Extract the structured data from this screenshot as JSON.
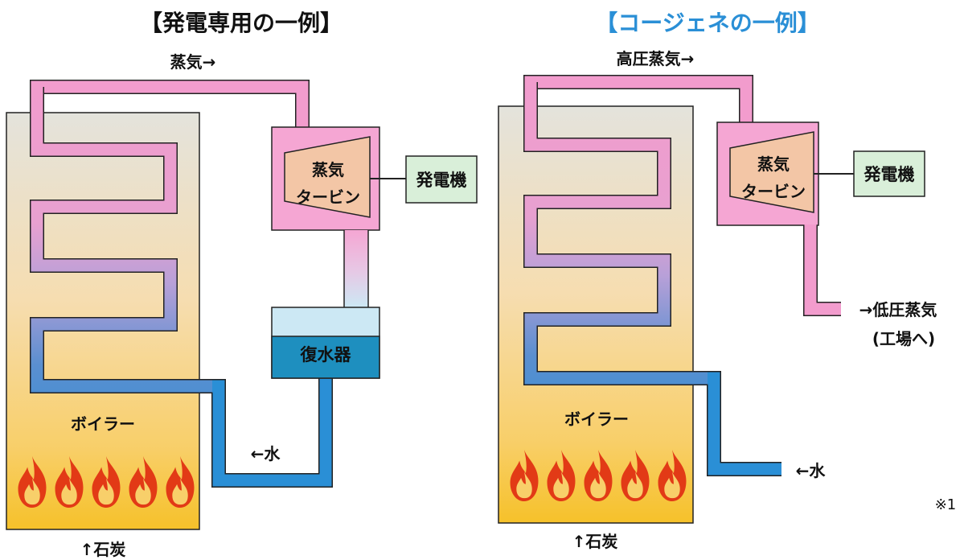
{
  "colors": {
    "title_left": "#111111",
    "title_right": "#2a8fd6",
    "steam_pipe": "#f29ccd",
    "water_pipe": "#2a8fd6",
    "turbine_box": "#f5a6d3",
    "turbine_inner": "#f3c6a6",
    "generator_box": "#d9efd9",
    "condenser_water": "#1e8fbf",
    "condenser_top": "#cce8f4",
    "flame": "#e23a16"
  },
  "left": {
    "title": "【発電専用の一例】",
    "steam_label": "蒸気→",
    "turbine_label_line1": "蒸気",
    "turbine_label_line2": "タービン",
    "generator_label": "発電機",
    "condenser_label": "復水器",
    "boiler_label": "ボイラー",
    "water_label": "←水",
    "coal_label": "↑石炭"
  },
  "right": {
    "title": "【コージェネの一例】",
    "steam_label": "高圧蒸気→",
    "turbine_label_line1": "蒸気",
    "turbine_label_line2": "タービン",
    "generator_label": "発電機",
    "lowsteam_label_line1": "→低圧蒸気",
    "lowsteam_label_line2": "(工場へ)",
    "boiler_label": "ボイラー",
    "water_label": "←水",
    "coal_label": "↑石炭"
  },
  "note": "※1"
}
